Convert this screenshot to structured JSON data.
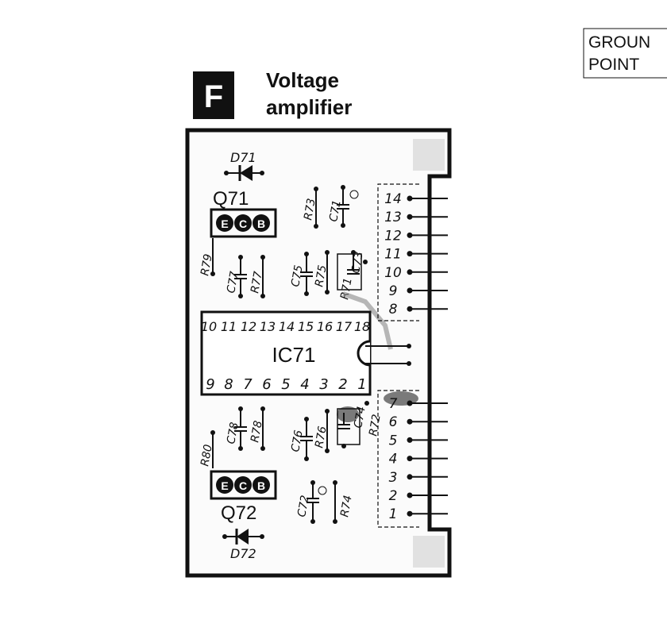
{
  "header": {
    "section_letter": "F",
    "title_line1": "Voltage",
    "title_line2": "amplifier"
  },
  "ground_point": {
    "line1": "GROUN",
    "line2": "POINT"
  },
  "board": {
    "ic_label": "IC71",
    "ic_pins_top": [
      "10",
      "11",
      "12",
      "13",
      "14",
      "15",
      "16",
      "17",
      "18"
    ],
    "ic_pins_bottom": [
      "9",
      "8",
      "7",
      "6",
      "5",
      "4",
      "3",
      "2",
      "1"
    ],
    "transistor_top_label": "Q71",
    "transistor_bottom_label": "Q72",
    "transistor_pins": [
      "E",
      "C",
      "B"
    ],
    "diode_top_label": "D71",
    "diode_bottom_label": "D72",
    "components": [
      "R73",
      "C71",
      "R79",
      "C77",
      "R77",
      "C75",
      "R75",
      "R71",
      "C73",
      "C78",
      "R78",
      "R80",
      "C76",
      "R76",
      "C74",
      "R72",
      "C72",
      "R74"
    ],
    "connector_top": [
      "14",
      "13",
      "12",
      "11",
      "10",
      "9",
      "8"
    ],
    "connector_bottom": [
      "7",
      "6",
      "5",
      "4",
      "3",
      "2",
      "1"
    ]
  }
}
